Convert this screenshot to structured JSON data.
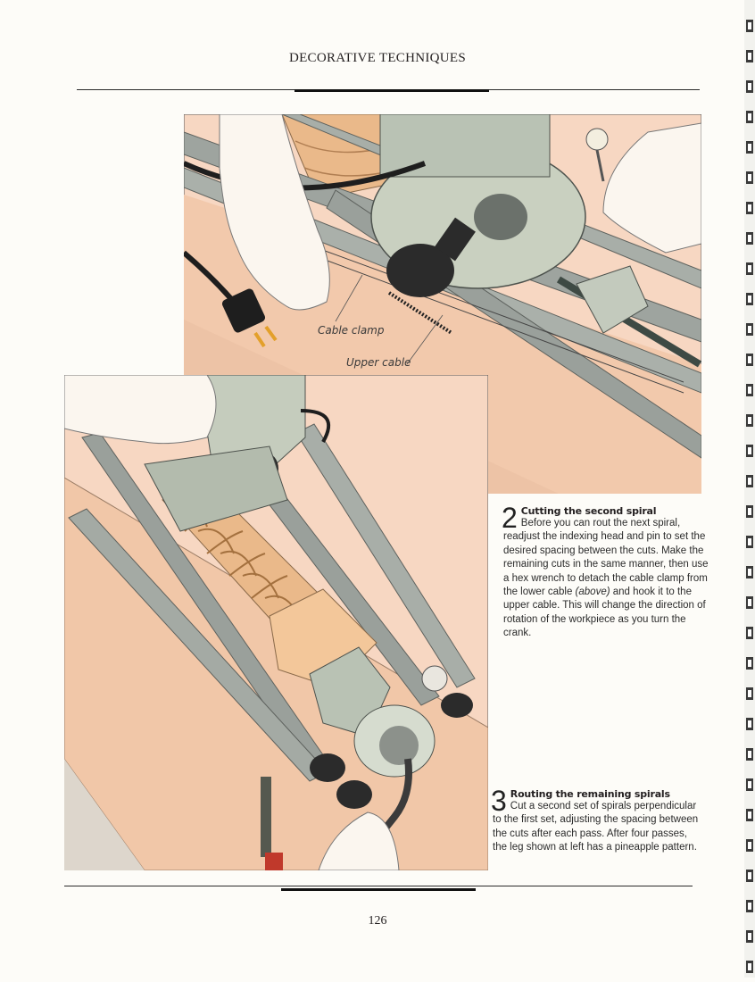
{
  "header": {
    "section_title": "DECORATIVE TECHNIQUES"
  },
  "callouts": {
    "cable_clamp": "Cable clamp",
    "upper_cable": "Upper cable"
  },
  "steps": [
    {
      "number": "2",
      "title": "Cutting the second spiral",
      "body_before": "Before you can rout the next spiral, readjust the indexing head and pin to set the desired spacing between the cuts. Make the remaining cuts in the same manner, then use a hex wrench to detach the cable clamp from the lower cable ",
      "body_italic": "(above)",
      "body_after": " and hook it to the upper cable. This will change the direction of rotation of the workpiece as you turn the crank."
    },
    {
      "number": "3",
      "title": "Routing the remaining spirals",
      "body": "Cut a second set of spirals perpendicular to the first set, adjusting the spacing between the cuts after each pass. After four passes, the leg shown at left has a pineapple pattern."
    }
  ],
  "footer": {
    "page_number": "126"
  },
  "colors": {
    "background_peach": "#f4cdb4",
    "wood": "#eab98a",
    "rail_gray": "#9aa09b",
    "router_green": "#c9d0c0",
    "dark": "#2b2b2b"
  }
}
